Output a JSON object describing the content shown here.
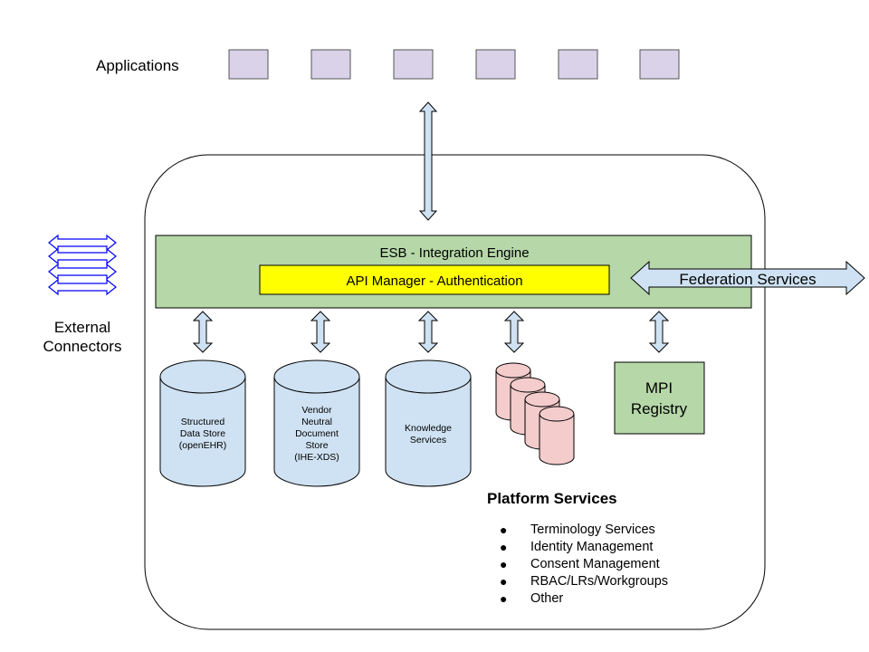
{
  "applications": {
    "label": "Applications",
    "box_count": 6,
    "box_fill": "#d9d2e9"
  },
  "platform_container": {
    "stroke": "#000000"
  },
  "esb": {
    "label": "ESB - Integration Engine",
    "fill": "#b6d7a8"
  },
  "api_manager": {
    "label": "API Manager - Authentication",
    "fill": "#ffff00"
  },
  "federation": {
    "label": "Federation Services",
    "fill": "#cfe2f3"
  },
  "external_connectors": {
    "label_line1": "External",
    "label_line2": "Connectors",
    "fill": "#ffffff",
    "stroke": "#0000ff"
  },
  "stores": [
    {
      "lines": [
        "Structured",
        "Data Store",
        "(openEHR)"
      ]
    },
    {
      "lines": [
        "Vendor",
        "Neutral",
        "Document",
        "Store",
        "(IHE-XDS)"
      ]
    },
    {
      "lines": [
        "Knowledge",
        "Services"
      ]
    }
  ],
  "store_fill": "#cfe2f3",
  "db_stack_fill": "#f4cccc",
  "mpi": {
    "label_line1": "MPI",
    "label_line2": "Registry",
    "fill": "#b6d7a8"
  },
  "platform_services": {
    "title": "Platform Services",
    "items": [
      "Terminology Services",
      "Identity Management",
      "Consent Management",
      "RBAC/LRs/Workgroups",
      "Other"
    ]
  }
}
